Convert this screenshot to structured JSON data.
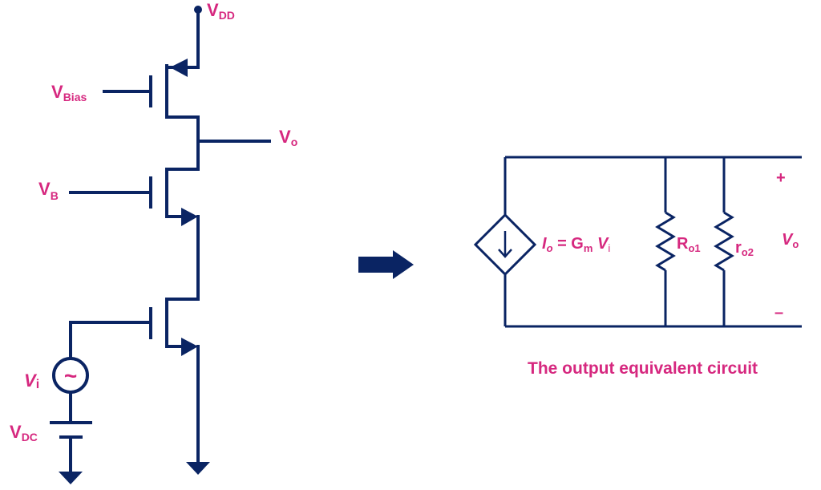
{
  "colors": {
    "wire": "#0a2463",
    "label": "#d6287f"
  },
  "left_circuit": {
    "vdd": {
      "main": "V",
      "sub": "DD"
    },
    "vbias": {
      "main": "V",
      "sub": "Bias"
    },
    "vo": {
      "main": "V",
      "sub": "o"
    },
    "vb": {
      "main": "V",
      "sub": "B"
    },
    "vi": {
      "main": "V",
      "sub": "i"
    },
    "vdc": {
      "main": "V",
      "sub": "DC"
    },
    "source_symbol": "~"
  },
  "right_circuit": {
    "current_eq": {
      "io_main": "I",
      "io_sub": "o",
      "eq": " = G",
      "gm_sub": "m",
      "v_main": " V",
      "v_sub": "i"
    },
    "ro1": {
      "main": "R",
      "sub": "o1"
    },
    "ro2": {
      "main": "r",
      "sub": "o2"
    },
    "vo": {
      "main": "V",
      "sub": "o"
    },
    "plus": "+",
    "minus": "–"
  },
  "caption": "The output equivalent circuit"
}
